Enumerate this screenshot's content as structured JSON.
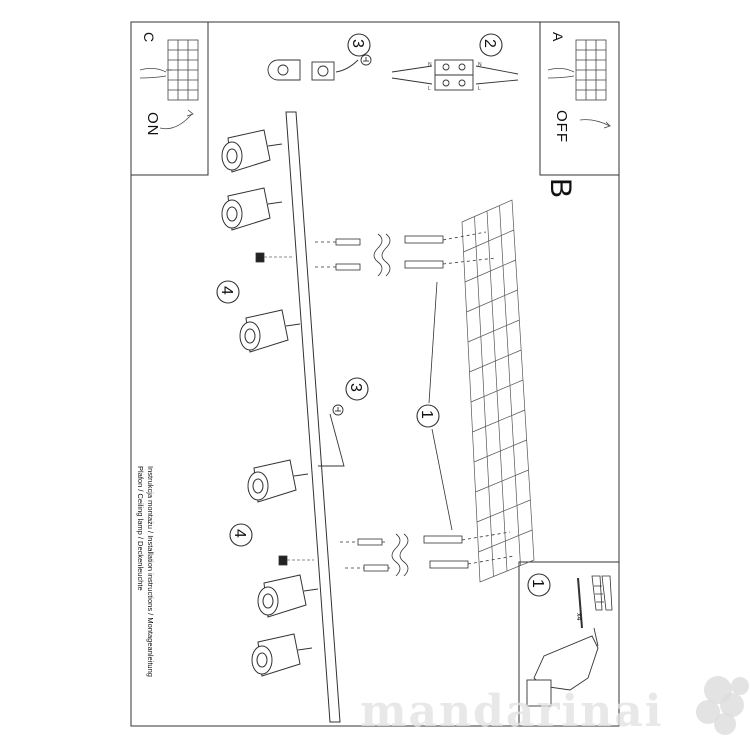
{
  "header": {
    "panel_c_letter": "C",
    "panel_a_letter": "A",
    "state_on": "ON",
    "state_off": "OFF",
    "step_3": "3",
    "step_2": "2"
  },
  "main": {
    "section_letter": "B",
    "label_1": "1",
    "label_3": "3",
    "label_4_upper": "4",
    "label_4_lower": "4",
    "terminal_marks": [
      "N",
      "L",
      "N",
      "L"
    ]
  },
  "caption": {
    "line1": "Instrukcja montażu / Installation instructions / Montageanleitung",
    "line2": "Plafon / Ceiling lamp / Deckenleuchte"
  },
  "kit": {
    "label_1": "1",
    "quantity": "x4"
  },
  "watermark": {
    "text": "mandarinai"
  }
}
